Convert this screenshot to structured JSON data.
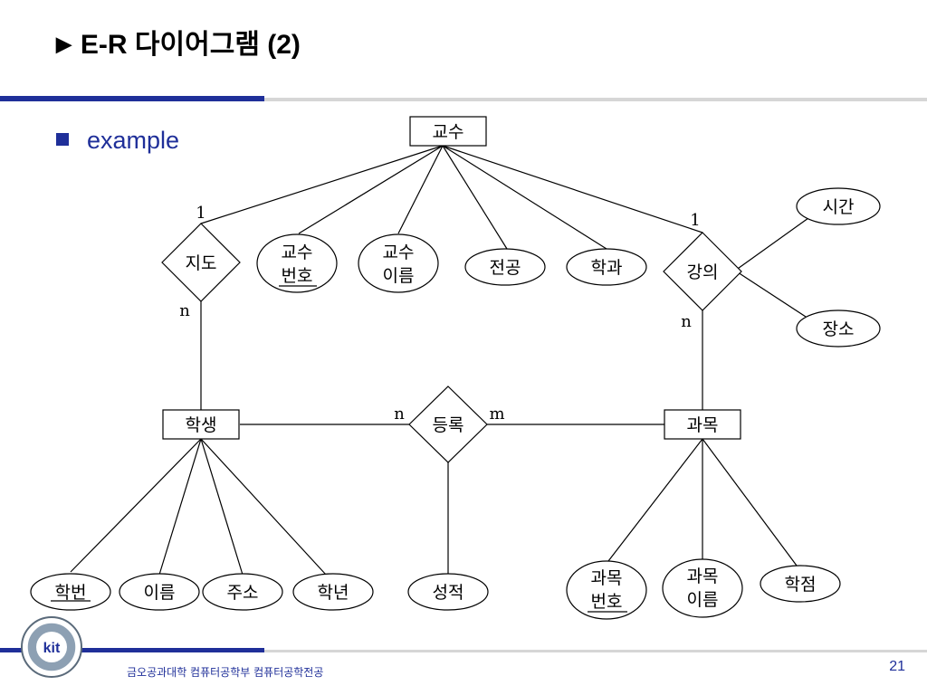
{
  "slide": {
    "title_marker": "▶",
    "title": "E-R 다이어그램 (2)",
    "bullet": "example",
    "footer": "금오공과대학 컴퓨터공학부 컴퓨터공학전공",
    "page_number": "21",
    "logo_text": "kit"
  },
  "diagram": {
    "entities": {
      "professor": "교수",
      "student": "학생",
      "course": "과목"
    },
    "relationships": {
      "advise": "지도",
      "lecture": "강의",
      "enroll": "등록"
    },
    "attributes": {
      "prof_no": [
        "교수",
        "번호"
      ],
      "prof_name": [
        "교수",
        "이름"
      ],
      "major": "전공",
      "dept": "학과",
      "time": "시간",
      "place": "장소",
      "grade": "성적",
      "student_no": "학번",
      "student_name": "이름",
      "address": "주소",
      "year": "학년",
      "course_no": [
        "과목",
        "번호"
      ],
      "course_name": [
        "과목",
        "이름"
      ],
      "credit": "학점"
    },
    "cardinality": {
      "advise_prof": "1",
      "advise_student": "n",
      "lecture_prof": "1",
      "lecture_course": "n",
      "enroll_student": "n",
      "enroll_course": "m"
    }
  }
}
